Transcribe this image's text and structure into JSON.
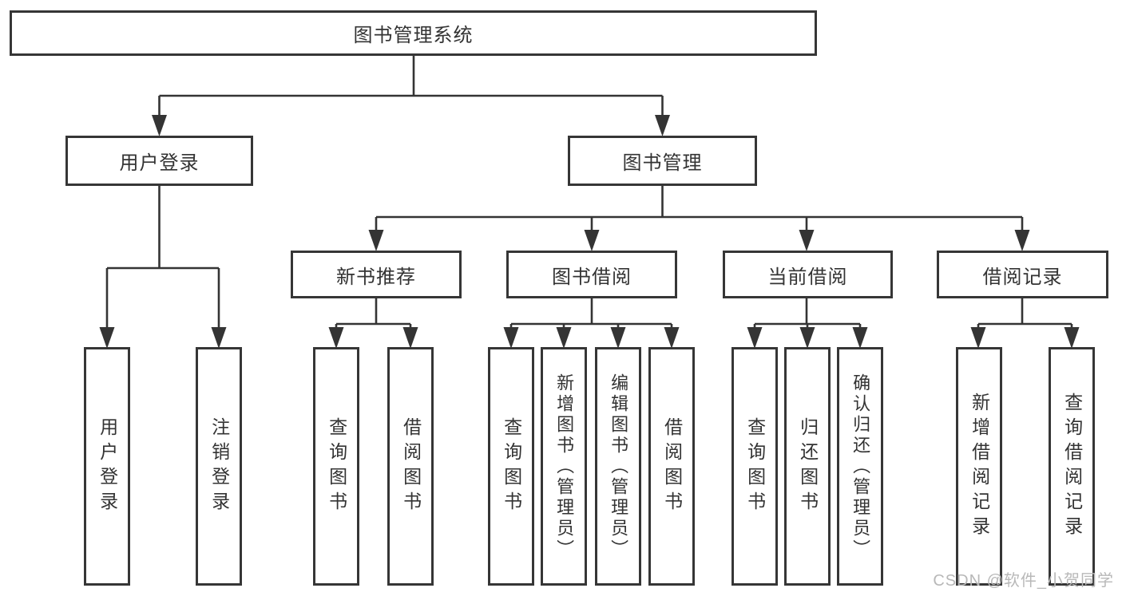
{
  "diagram": {
    "root": {
      "label": "图书管理系统"
    },
    "branches": [
      {
        "label": "用户登录",
        "children": [
          {
            "label": "用户登录"
          },
          {
            "label": "注销登录"
          }
        ]
      },
      {
        "label": "图书管理",
        "children": [
          {
            "label": "新书推荐",
            "children": [
              {
                "label": "查询图书"
              },
              {
                "label": "借阅图书"
              }
            ]
          },
          {
            "label": "图书借阅",
            "children": [
              {
                "label": "查询图书"
              },
              {
                "label": "新增图书（管理员）"
              },
              {
                "label": "编辑图书（管理员）"
              },
              {
                "label": "借阅图书"
              }
            ]
          },
          {
            "label": "当前借阅",
            "children": [
              {
                "label": "查询图书"
              },
              {
                "label": "归还图书"
              },
              {
                "label": "确认归还（管理员）"
              }
            ]
          },
          {
            "label": "借阅记录",
            "children": [
              {
                "label": "新增借阅记录"
              },
              {
                "label": "查询借阅记录"
              }
            ]
          }
        ]
      }
    ],
    "watermark": "CSDN @软件_小贺同学",
    "colors": {
      "line": "#343434",
      "border": "#363636",
      "text": "#333333",
      "watermark": "#b8b8b8",
      "background": "#ffffff"
    }
  }
}
